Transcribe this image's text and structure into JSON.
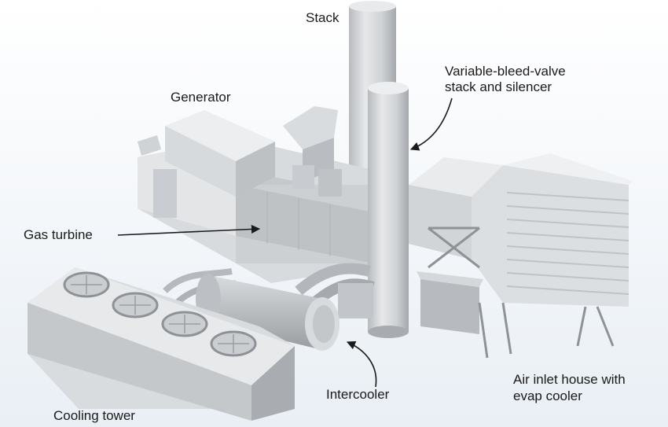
{
  "labels": {
    "stack": "Stack",
    "vbv_line1": "Variable-bleed-valve",
    "vbv_line2": "stack and silencer",
    "generator": "Generator",
    "gas_turbine": "Gas turbine",
    "intercooler": "Intercooler",
    "air_inlet_line1": "Air inlet house with",
    "air_inlet_line2": "evap cooler",
    "cooling_tower": "Cooling tower"
  },
  "colors": {
    "background_top": "#ffffff",
    "background_bottom": "#e9eff5",
    "light_face": "#e1e3e5",
    "mid_face": "#cbced1",
    "dark_face": "#a7abaf",
    "label_text": "#1a1a1a"
  }
}
